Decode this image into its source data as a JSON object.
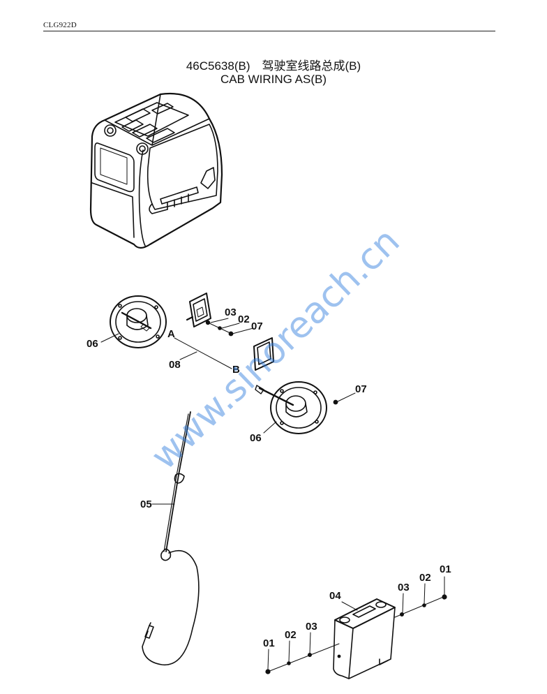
{
  "header": {
    "model": "CLG922D"
  },
  "title": {
    "line1": "46C5638(B)　驾驶室线路总成(B)",
    "line2": "CAB WIRING AS(B)"
  },
  "callouts": {
    "c06_left": "06",
    "c03_top": "03",
    "c02_top": "02",
    "c07_top": "07",
    "point_a": "A",
    "c08": "08",
    "point_b": "B",
    "c07_right": "07",
    "c06_right": "06",
    "c05": "05",
    "c04": "04",
    "c03_radio_right": "03",
    "c02_radio_right": "02",
    "c01_radio_right": "01",
    "c01_radio_left": "01",
    "c02_radio_left": "02",
    "c03_radio_left": "03"
  },
  "watermark": "www.sinoreach.cn"
}
